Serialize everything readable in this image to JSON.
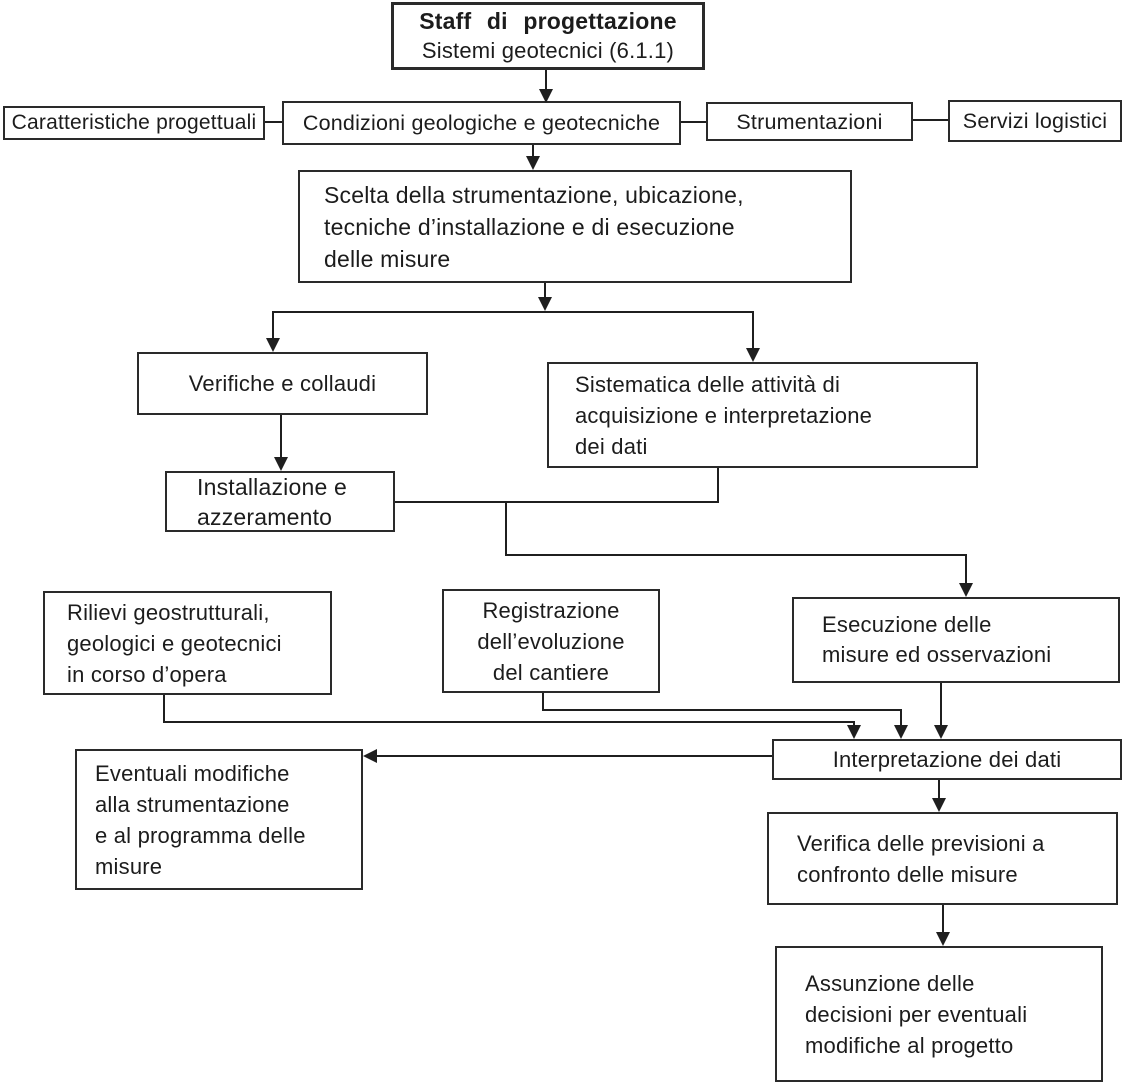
{
  "nodes": {
    "staff": {
      "title": "Staff di progettazione",
      "subtitle": "Sistemi geotecnici (6.1.1)"
    },
    "caratteristiche": {
      "label": "Caratteristiche progettuali"
    },
    "condizioni": {
      "label": "Condizioni geologiche e geotecniche"
    },
    "strumentazioni": {
      "label": "Strumentazioni"
    },
    "servizi": {
      "label": "Servizi logistici"
    },
    "scelta": {
      "label": "Scelta della strumentazione, ubicazione,\ntecniche d’installazione e di esecuzione\ndelle misure"
    },
    "verifiche": {
      "label": "Verifiche e collaudi"
    },
    "sistematica": {
      "label": "Sistematica delle attività di\nacquisizione e interpretazione\ndei dati"
    },
    "installazione": {
      "label": "Installazione e\nazzeramento"
    },
    "rilievi": {
      "label": "Rilievi geostrutturali,\ngeologici e geotecnici\nin corso d’opera"
    },
    "registrazione": {
      "label": "Registrazione\ndell’evoluzione\ndel cantiere"
    },
    "esecuzione": {
      "label": "Esecuzione delle\nmisure ed osservazioni"
    },
    "interpretazione": {
      "label": "Interpretazione dei dati"
    },
    "eventuali": {
      "label": "Eventuali modifiche\nalla strumentazione\ne al programma delle\nmisure"
    },
    "verifica": {
      "label": "Verifica delle previsioni a\nconfronto delle misure"
    },
    "assunzione": {
      "label": "Assunzione delle\ndecisioni per eventuali\nmodifiche al progetto"
    }
  },
  "edges": [
    {
      "from": "staff",
      "to": "condizioni",
      "type": "arrow"
    },
    {
      "from": "caratteristiche",
      "to": "condizioni",
      "type": "plain"
    },
    {
      "from": "condizioni",
      "to": "strumentazioni",
      "type": "plain"
    },
    {
      "from": "strumentazioni",
      "to": "servizi",
      "type": "plain"
    },
    {
      "from": "condizioni",
      "to": "scelta",
      "type": "arrow"
    },
    {
      "from": "scelta",
      "to": "verifiche",
      "type": "arrow"
    },
    {
      "from": "scelta",
      "to": "sistematica",
      "type": "arrow"
    },
    {
      "from": "verifiche",
      "to": "installazione",
      "type": "arrow"
    },
    {
      "from": "installazione",
      "to": "esecuzione",
      "type": "arrow"
    },
    {
      "from": "sistematica",
      "to": "esecuzione",
      "type": "arrow"
    },
    {
      "from": "rilievi",
      "to": "interpretazione",
      "type": "arrow"
    },
    {
      "from": "registrazione",
      "to": "interpretazione",
      "type": "arrow"
    },
    {
      "from": "esecuzione",
      "to": "interpretazione",
      "type": "arrow"
    },
    {
      "from": "interpretazione",
      "to": "eventuali",
      "type": "arrow"
    },
    {
      "from": "interpretazione",
      "to": "verifica",
      "type": "arrow"
    },
    {
      "from": "verifica",
      "to": "assunzione",
      "type": "arrow"
    }
  ],
  "colors": {
    "background": "#ffffff",
    "line": "#1f1f1f",
    "text": "#1c1c1c"
  }
}
